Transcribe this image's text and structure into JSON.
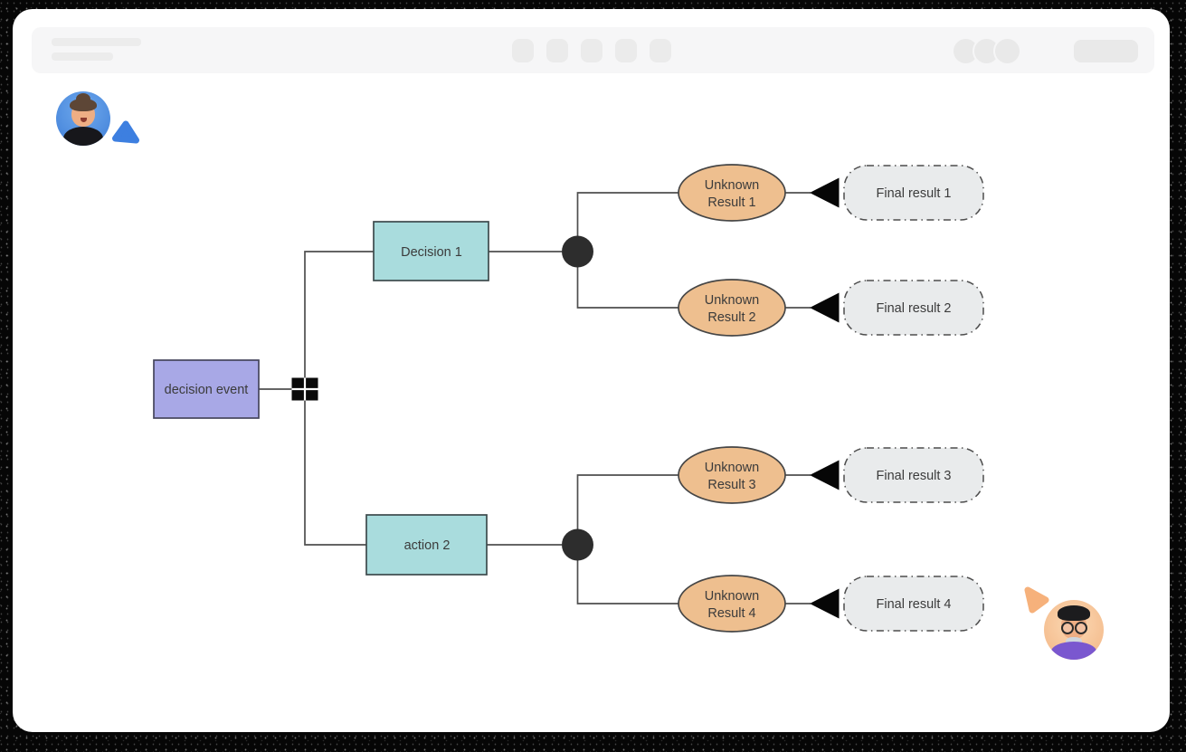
{
  "header": {
    "background": "#f6f6f7",
    "skeleton_color": "#ebebeb"
  },
  "collaborators": [
    {
      "avatar_bg": "#4f93e6",
      "cursor_color": "#3d7fe0"
    },
    {
      "avatar_bg": "#f8cda6",
      "cursor_color": "#f6b17b"
    }
  ],
  "diagram": {
    "root": {
      "label": "decision event"
    },
    "branches": [
      {
        "label": "Decision 1"
      },
      {
        "label": "action 2"
      }
    ],
    "unknown_results": [
      {
        "line1": "Unknown",
        "line2": "Result 1"
      },
      {
        "line1": "Unknown",
        "line2": "Result 2"
      },
      {
        "line1": "Unknown",
        "line2": "Result 3"
      },
      {
        "line1": "Unknown",
        "line2": "Result 4"
      }
    ],
    "final_results": [
      {
        "label": "Final result 1"
      },
      {
        "label": "Final result 2"
      },
      {
        "label": "Final result 3"
      },
      {
        "label": "Final result 4"
      }
    ],
    "colors": {
      "event_fill": "#a8a8e6",
      "event_border": "#45455c",
      "decision_fill": "#a9dcdd",
      "decision_border": "#3d4a4c",
      "result_fill": "#eebf8f",
      "result_border": "#464646",
      "final_fill": "#e9ebec",
      "final_border": "#4d4d4d",
      "connector": "#4f4f4f",
      "junction": "#2d2d2d",
      "arrow": "#060606",
      "label": "#3b3b3b"
    }
  }
}
